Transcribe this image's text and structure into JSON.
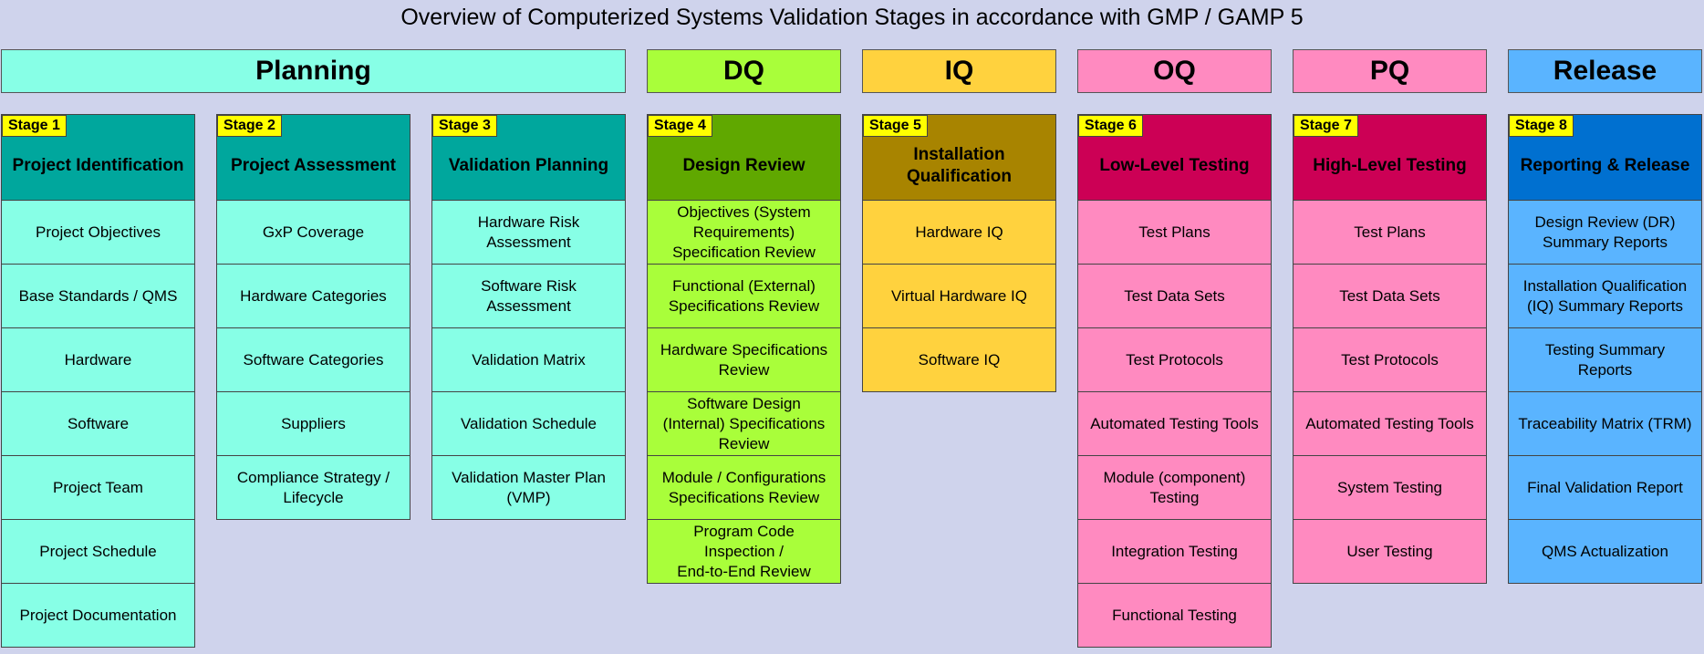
{
  "title": "Overview of Computerized Systems Validation Stages in accordance with GMP / GAMP 5",
  "phases": [
    {
      "label": "Planning",
      "color": "#87ffe6"
    },
    {
      "label": "DQ",
      "color": "#a9fe3a"
    },
    {
      "label": "IQ",
      "color": "#ffd23e"
    },
    {
      "label": "OQ",
      "color": "#ff8ac0"
    },
    {
      "label": "PQ",
      "color": "#ff8ac0"
    },
    {
      "label": "Release",
      "color": "#5ab4ff"
    }
  ],
  "stages": [
    {
      "stage": "Stage 1",
      "title": "Project Identification",
      "header_color": "#00a79d",
      "cell_color": "#87ffe6",
      "items": [
        "Project Objectives",
        "Base Standards / QMS",
        "Hardware",
        "Software",
        "Project Team",
        "Project Schedule",
        "Project Documentation"
      ]
    },
    {
      "stage": "Stage 2",
      "title": "Project Assessment",
      "header_color": "#00a79d",
      "cell_color": "#87ffe6",
      "items": [
        "GxP Coverage",
        "Hardware Categories",
        "Software Categories",
        "Suppliers",
        "Compliance Strategy /\nLifecycle"
      ]
    },
    {
      "stage": "Stage 3",
      "title": "Validation Planning",
      "header_color": "#00a79d",
      "cell_color": "#87ffe6",
      "items": [
        "Hardware Risk\nAssessment",
        "Software Risk\nAssessment",
        "Validation Matrix",
        "Validation Schedule",
        "Validation Master Plan\n(VMP)"
      ]
    },
    {
      "stage": "Stage 4",
      "title": "Design Review",
      "header_color": "#60a800",
      "cell_color": "#a9fe3a",
      "items": [
        "Objectives (System\nRequirements)\nSpecification Review",
        "Functional (External)\nSpecifications Review",
        "Hardware Specifications\nReview",
        "Software Design\n(Internal) Specifications\nReview",
        "Module / Configurations\nSpecifications Review",
        "Program Code\nInspection /\nEnd-to-End Review"
      ]
    },
    {
      "stage": "Stage 5",
      "title": "Installation\nQualification",
      "header_color": "#a88400",
      "cell_color": "#ffd23e",
      "items": [
        "Hardware IQ",
        "Virtual Hardware IQ",
        "Software IQ"
      ]
    },
    {
      "stage": "Stage 6",
      "title": "Low-Level Testing",
      "header_color": "#cc0055",
      "cell_color": "#ff8ac0",
      "items": [
        "Test Plans",
        "Test Data Sets",
        "Test Protocols",
        "Automated Testing Tools",
        "Module (component)\nTesting",
        "Integration Testing",
        "Functional Testing"
      ]
    },
    {
      "stage": "Stage 7",
      "title": "High-Level Testing",
      "header_color": "#cc0055",
      "cell_color": "#ff8ac0",
      "items": [
        "Test Plans",
        "Test Data Sets",
        "Test Protocols",
        "Automated Testing Tools",
        "System Testing",
        "User Testing"
      ]
    },
    {
      "stage": "Stage 8",
      "title": "Reporting & Release",
      "header_color": "#0070d0",
      "cell_color": "#5ab4ff",
      "items": [
        "Design Review (DR)\nSummary Reports",
        "Installation Qualification\n(IQ) Summary Reports",
        "Testing Summary\nReports",
        "Traceability Matrix (TRM)",
        "Final Validation Report",
        "QMS Actualization"
      ]
    }
  ]
}
